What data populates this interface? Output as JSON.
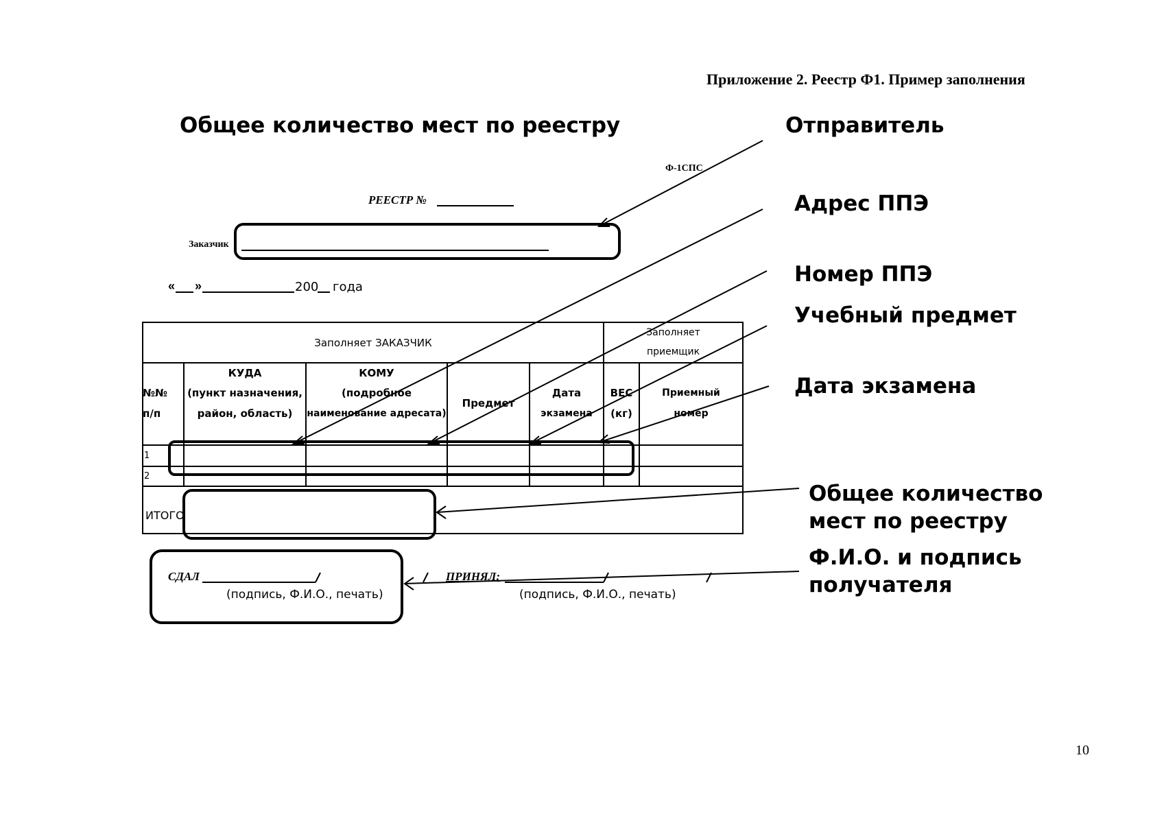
{
  "header": {
    "appendix_title": "Приложение 2. Реестр Ф1. Пример заполнения"
  },
  "top_title": "Общее количество мест по реестру",
  "form": {
    "form_code": "Ф-1СПС",
    "registry_label": "РЕЕСТР №",
    "customer_label": "Заказчик",
    "date_quote_open": "«",
    "date_quote_close": "»",
    "date_year": "200",
    "date_suffix": "года"
  },
  "table": {
    "section_customer": "Заполняет ЗАКАЗЧИК",
    "section_receiver_line1": "Заполняет",
    "section_receiver_line2": "приемщик",
    "columns": {
      "num_line1": "№№",
      "num_line2": "п/п",
      "where_line1": "КУДА",
      "where_line2": "(пункт назначения,",
      "where_line3": "район, область)",
      "whom_line1": "КОМУ",
      "whom_line2": "(подробное",
      "whom_line3": "наименование адресата)",
      "subject": "Предмет",
      "date_line1": "Дата",
      "date_line2": "экзамена",
      "weight_line1": "ВЕС",
      "weight_line2": "(кг)",
      "receipt_line1": "Приемный",
      "receipt_line2": "номер"
    },
    "row_numbers": [
      "1",
      "2"
    ],
    "total_label": "ИТОГО"
  },
  "signatures": {
    "handed_label": "СДАЛ",
    "handed_hint": "(подпись, Ф.И.О., печать)",
    "received_label": "ПРИНЯЛ:",
    "received_hint": "(подпись, Ф.И.О., печать)"
  },
  "callouts": {
    "sender": "Отправитель",
    "address": "Адрес ППЭ",
    "number": "Номер ППЭ",
    "subject": "Учебный предмет",
    "exam_date": "Дата экзамена",
    "total_line1": "Общее количество",
    "total_line2": "мест по реестру",
    "recipient_line1": "Ф.И.О. и подпись",
    "recipient_line2": "получателя"
  },
  "footer": {
    "page_number": "10"
  }
}
